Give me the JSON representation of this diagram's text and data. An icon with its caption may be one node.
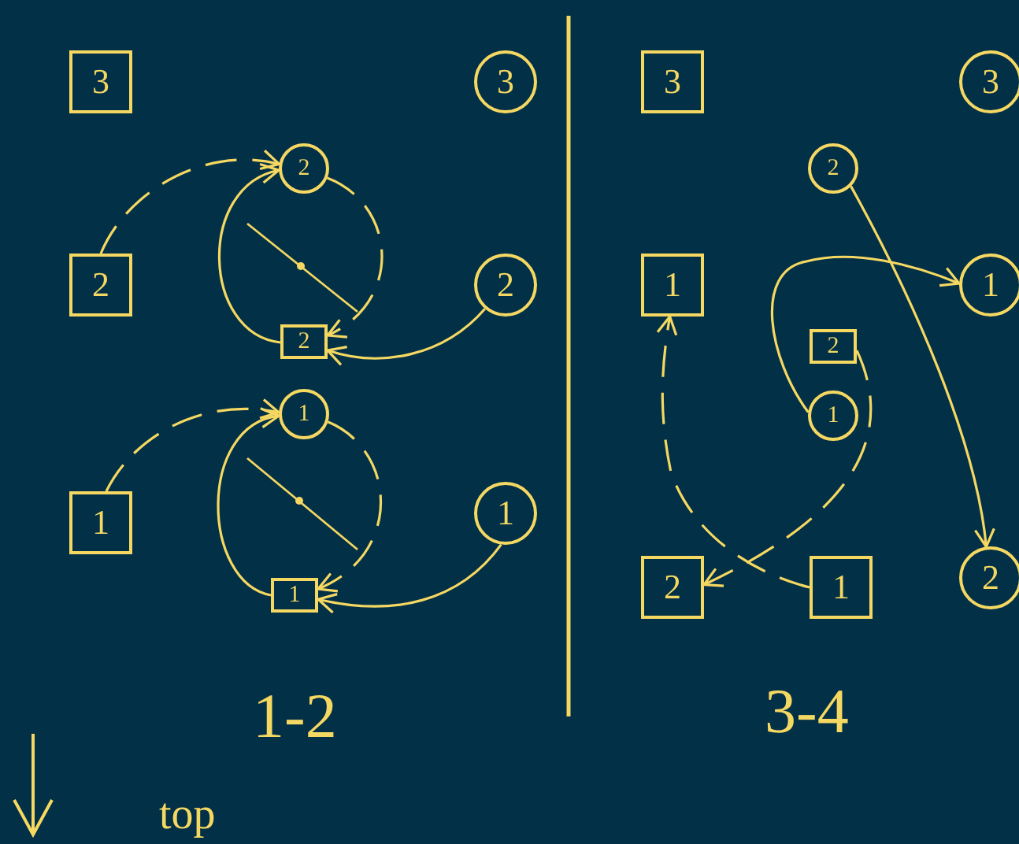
{
  "diagram": {
    "nodes": [
      {
        "text": [
          "3"
        ]
      },
      {
        "text": [
          "3"
        ]
      },
      {
        "text": [
          "2"
        ]
      },
      {
        "text": [
          "2"
        ]
      },
      {
        "text": [
          "2"
        ]
      },
      {
        "text": [
          "2"
        ]
      },
      {
        "text": [
          "1"
        ]
      },
      {
        "text": [
          "1"
        ]
      },
      {
        "text": [
          "1"
        ]
      },
      {
        "text": [
          "1"
        ]
      },
      {
        "text": [
          "3"
        ]
      },
      {
        "text": [
          "3"
        ]
      },
      {
        "text": [
          "2"
        ]
      },
      {
        "text": [
          "1"
        ]
      },
      {
        "text": [
          "1"
        ]
      },
      {
        "text": [
          "2"
        ]
      },
      {
        "text": [
          "1"
        ]
      },
      {
        "text": [
          "2"
        ]
      },
      {
        "text": [
          "1"
        ]
      },
      {
        "text": [
          "2"
        ]
      }
    ],
    "edges": [
      {
        "from": 3,
        "to": 2,
        "arrow": "to",
        "style": "dashed"
      },
      {
        "from": 2,
        "to": 5,
        "arrow": "to",
        "style": "dashed"
      },
      {
        "from": 5,
        "to": 2,
        "arrow": "to"
      },
      {
        "from": 4,
        "to": 5,
        "arrow": "to"
      },
      {
        "from": 7,
        "to": 6,
        "arrow": "to",
        "style": "dashed"
      },
      {
        "from": 6,
        "to": 9,
        "arrow": "to",
        "style": "dashed"
      },
      {
        "from": 9,
        "to": 6,
        "arrow": "to"
      },
      {
        "from": 8,
        "to": 9,
        "arrow": "to"
      },
      {
        "from": 12,
        "to": 19,
        "arrow": "to"
      },
      {
        "from": 16,
        "to": 14,
        "arrow": "to"
      },
      {
        "from": 15,
        "to": 17,
        "arrow": "to",
        "style": "dashed"
      },
      {
        "from": 18,
        "to": 13,
        "arrow": "to",
        "style": "dashed"
      }
    ],
    "labels": [
      "1-2",
      "3-4",
      "top"
    ]
  }
}
